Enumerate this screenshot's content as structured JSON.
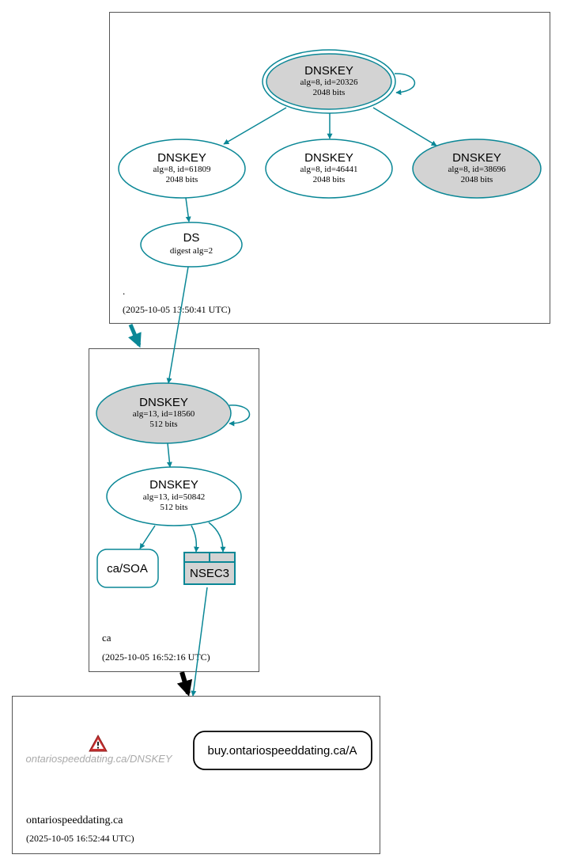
{
  "colors": {
    "edge": "#0a8796",
    "ksk_fill": "#d3d3d3",
    "zone_border": "#555555",
    "warning": "#cc3333",
    "faded_text": "#aaaaaa"
  },
  "zones": {
    "root": {
      "name": ".",
      "timestamp": "(2025-10-05 13:50:41 UTC)"
    },
    "ca": {
      "name": "ca",
      "timestamp": "(2025-10-05 16:52:16 UTC)"
    },
    "leaf": {
      "name": "ontariospeeddating.ca",
      "timestamp": "(2025-10-05 16:52:44 UTC)"
    }
  },
  "nodes": {
    "root_ksk": {
      "title": "DNSKEY",
      "line1": "alg=8, id=20326",
      "line2": "2048 bits"
    },
    "root_zsk1": {
      "title": "DNSKEY",
      "line1": "alg=8, id=61809",
      "line2": "2048 bits"
    },
    "root_zsk2": {
      "title": "DNSKEY",
      "line1": "alg=8, id=46441",
      "line2": "2048 bits"
    },
    "root_key3": {
      "title": "DNSKEY",
      "line1": "alg=8, id=38696",
      "line2": "2048 bits"
    },
    "ds": {
      "title": "DS",
      "line1": "digest alg=2"
    },
    "ca_ksk": {
      "title": "DNSKEY",
      "line1": "alg=13, id=18560",
      "line2": "512 bits"
    },
    "ca_zsk": {
      "title": "DNSKEY",
      "line1": "alg=13, id=50842",
      "line2": "512 bits"
    },
    "soa": {
      "label": "ca/SOA"
    },
    "nsec3": {
      "label": "NSEC3"
    },
    "missing_dnskey": {
      "label": "ontariospeeddating.ca/DNSKEY",
      "icon": "warning-icon"
    },
    "rrset_a": {
      "label": "buy.ontariospeeddating.ca/A"
    }
  }
}
